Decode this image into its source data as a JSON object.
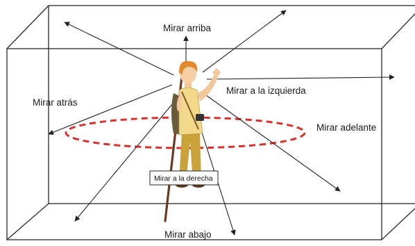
{
  "labels": {
    "up": "Mirar arriba",
    "left_turn": "Mirar a la izquierda",
    "back": "Mirar atrás",
    "forward": "Mirar adelante",
    "right_turn": "Mirar a la derecha",
    "down": "Mirar abajo"
  },
  "colors": {
    "ellipse": "#d9302c",
    "lines": "#222222",
    "figure_hair": "#e08a2e",
    "figure_shirt": "#f2d98a",
    "figure_pants": "#c9a23a",
    "figure_backpack": "#6b5a3a",
    "figure_staff": "#6a3a22"
  }
}
